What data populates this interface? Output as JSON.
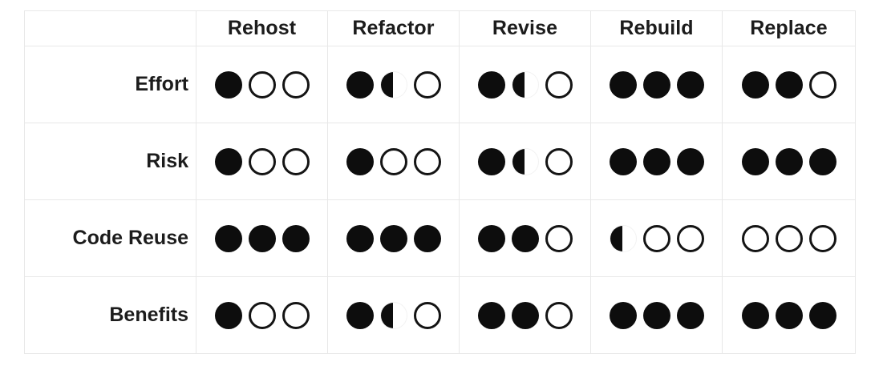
{
  "table": {
    "corner_label": "",
    "columns": [
      "Rehost",
      "Refactor",
      "Revise",
      "Rebuild",
      "Replace"
    ],
    "row_labels": [
      "Effort",
      "Risk",
      "Code Reuse",
      "Benefits"
    ],
    "legend": {
      "full": "full-circle-icon",
      "half": "half-circle-icon",
      "empty": "empty-circle-icon"
    },
    "colors": {
      "fill": "#0d0d0d",
      "ring": "#141414",
      "grid": "#e8e8e8",
      "text": "#1c1c1c",
      "background": "#ffffff"
    }
  },
  "chart_data": {
    "type": "table",
    "title": "",
    "xlabel": "",
    "ylabel": "",
    "categories": [
      "Rehost",
      "Refactor",
      "Revise",
      "Rebuild",
      "Replace"
    ],
    "rows": [
      "Effort",
      "Risk",
      "Code Reuse",
      "Benefits"
    ],
    "scale": {
      "full": 1,
      "half": 0.5,
      "empty": 0,
      "max_per_cell": 3
    },
    "cells": [
      {
        "row": "Effort",
        "values": [
          {
            "column": "Rehost",
            "balls": [
              "full",
              "empty",
              "empty"
            ],
            "score": 1
          },
          {
            "column": "Refactor",
            "balls": [
              "full",
              "half",
              "empty"
            ],
            "score": 1.5
          },
          {
            "column": "Revise",
            "balls": [
              "full",
              "half",
              "empty"
            ],
            "score": 1.5
          },
          {
            "column": "Rebuild",
            "balls": [
              "full",
              "full",
              "full"
            ],
            "score": 3
          },
          {
            "column": "Replace",
            "balls": [
              "full",
              "full",
              "empty"
            ],
            "score": 2
          }
        ]
      },
      {
        "row": "Risk",
        "values": [
          {
            "column": "Rehost",
            "balls": [
              "full",
              "empty",
              "empty"
            ],
            "score": 1
          },
          {
            "column": "Refactor",
            "balls": [
              "full",
              "empty",
              "empty"
            ],
            "score": 1
          },
          {
            "column": "Revise",
            "balls": [
              "full",
              "half",
              "empty"
            ],
            "score": 1.5
          },
          {
            "column": "Rebuild",
            "balls": [
              "full",
              "full",
              "full"
            ],
            "score": 3
          },
          {
            "column": "Replace",
            "balls": [
              "full",
              "full",
              "full"
            ],
            "score": 3
          }
        ]
      },
      {
        "row": "Code Reuse",
        "values": [
          {
            "column": "Rehost",
            "balls": [
              "full",
              "full",
              "full"
            ],
            "score": 3
          },
          {
            "column": "Refactor",
            "balls": [
              "full",
              "full",
              "full"
            ],
            "score": 3
          },
          {
            "column": "Revise",
            "balls": [
              "full",
              "full",
              "empty"
            ],
            "score": 2
          },
          {
            "column": "Rebuild",
            "balls": [
              "half",
              "empty",
              "empty"
            ],
            "score": 0.5
          },
          {
            "column": "Replace",
            "balls": [
              "empty",
              "empty",
              "empty"
            ],
            "score": 0
          }
        ]
      },
      {
        "row": "Benefits",
        "values": [
          {
            "column": "Rehost",
            "balls": [
              "full",
              "empty",
              "empty"
            ],
            "score": 1
          },
          {
            "column": "Refactor",
            "balls": [
              "full",
              "half",
              "empty"
            ],
            "score": 1.5
          },
          {
            "column": "Revise",
            "balls": [
              "full",
              "full",
              "empty"
            ],
            "score": 2
          },
          {
            "column": "Rebuild",
            "balls": [
              "full",
              "full",
              "full"
            ],
            "score": 3
          },
          {
            "column": "Replace",
            "balls": [
              "full",
              "full",
              "full"
            ],
            "score": 3
          }
        ]
      }
    ]
  }
}
